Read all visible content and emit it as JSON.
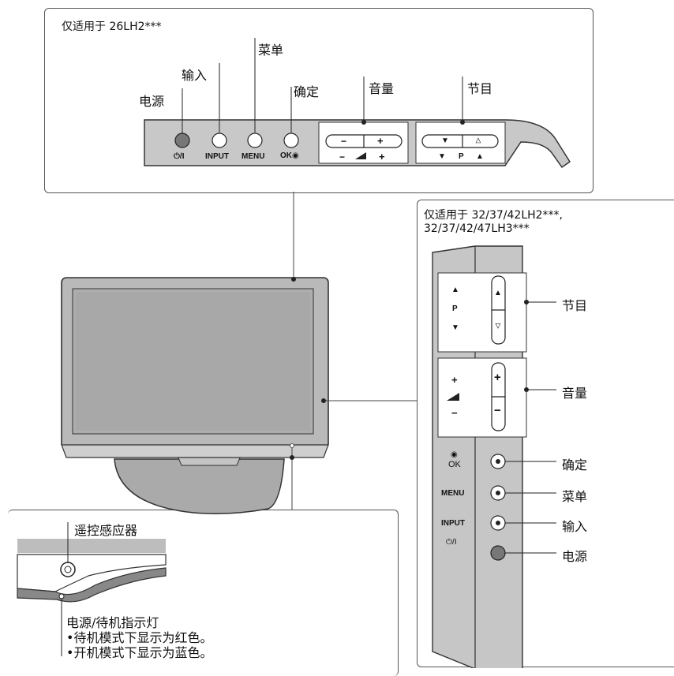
{
  "top_panel": {
    "model_note": "仅适用于 26LH2***",
    "labels": {
      "power": "电源",
      "input": "输入",
      "menu": "菜单",
      "ok": "确定",
      "volume": "音量",
      "program": "节目"
    },
    "button_text": {
      "power": "⏻/I",
      "input": "INPUT",
      "menu": "MENU",
      "ok": "OK◉",
      "vol_minus": "−",
      "vol_plus": "+",
      "prog_down": "▼",
      "prog_p": "P",
      "prog_up": "▲"
    }
  },
  "side_panel": {
    "model_note_line1": "仅适用于 32/37/42LH2***,",
    "model_note_line2": "32/37/42/47LH3***",
    "labels": {
      "program": "节目",
      "volume": "音量",
      "ok": "确定",
      "menu": "菜单",
      "input": "输入",
      "power": "电源"
    },
    "button_text": {
      "prog_up": "▲",
      "prog_p": "P",
      "prog_down": "▼",
      "vol_plus": "+",
      "vol_minus": "−",
      "ok_dot": "◉",
      "ok": "OK",
      "menu": "MENU",
      "input": "INPUT",
      "power": "⏻/I"
    }
  },
  "bottom_panel": {
    "sensor_label": "遥控感应器",
    "indicator_title": "电源/待机指示灯",
    "indicator_line1": "•待机模式下显示为红色。",
    "indicator_line2": "•开机模式下显示为蓝色。"
  }
}
